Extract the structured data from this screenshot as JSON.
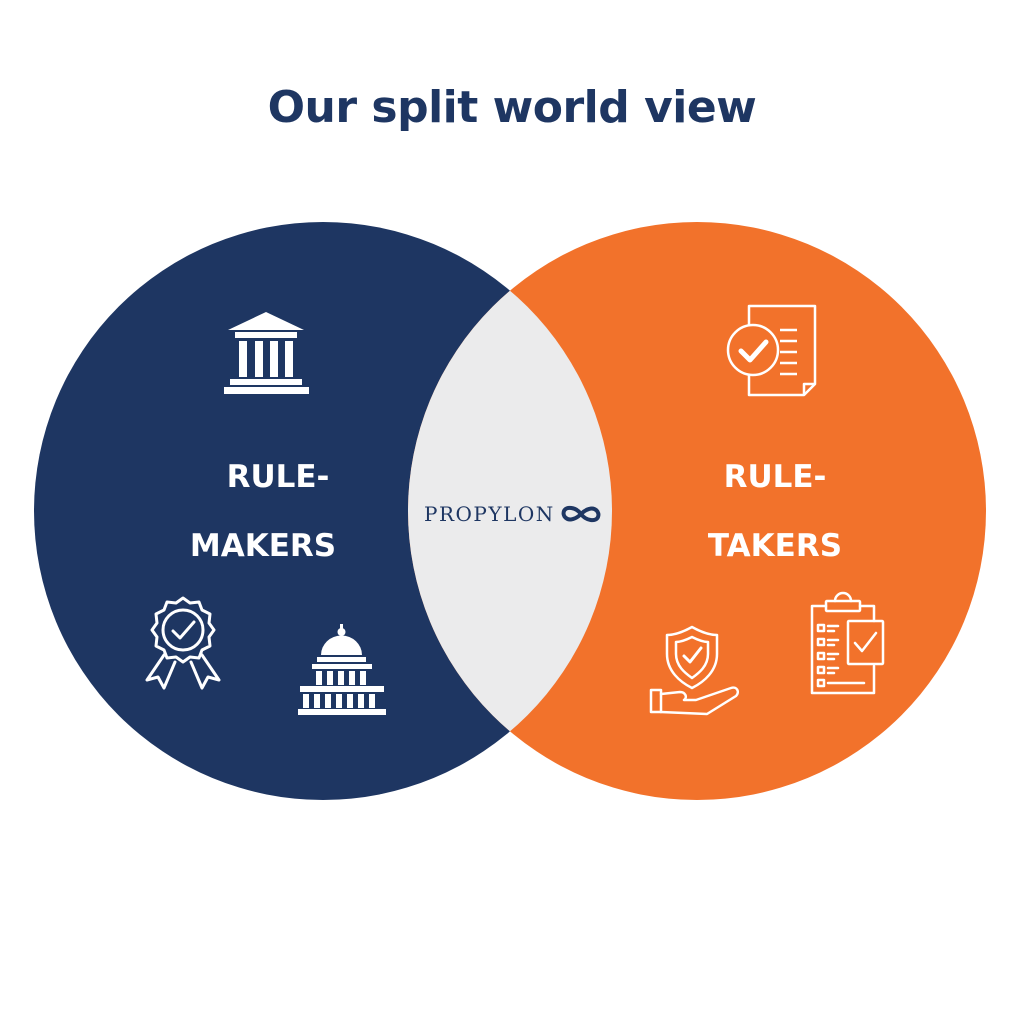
{
  "title": "Our split world view",
  "colors": {
    "title": "#1e3662",
    "navy": "#1e3662",
    "orange": "#f2722b",
    "overlap": "#ebebec",
    "icon_stroke": "#ffffff"
  },
  "left_circle": {
    "label_line1": "RULE-",
    "label_line2": "MAKERS",
    "icons": [
      "courthouse-icon",
      "award-ribbon-icon",
      "capitol-building-icon"
    ]
  },
  "right_circle": {
    "label_line1": "RULE-",
    "label_line2": "TAKERS",
    "icons": [
      "checked-document-icon",
      "shield-hand-icon",
      "clipboard-checklist-icon"
    ]
  },
  "overlap": {
    "brand": "PROPYLON",
    "brand_icon": "infinity-logo-icon"
  }
}
